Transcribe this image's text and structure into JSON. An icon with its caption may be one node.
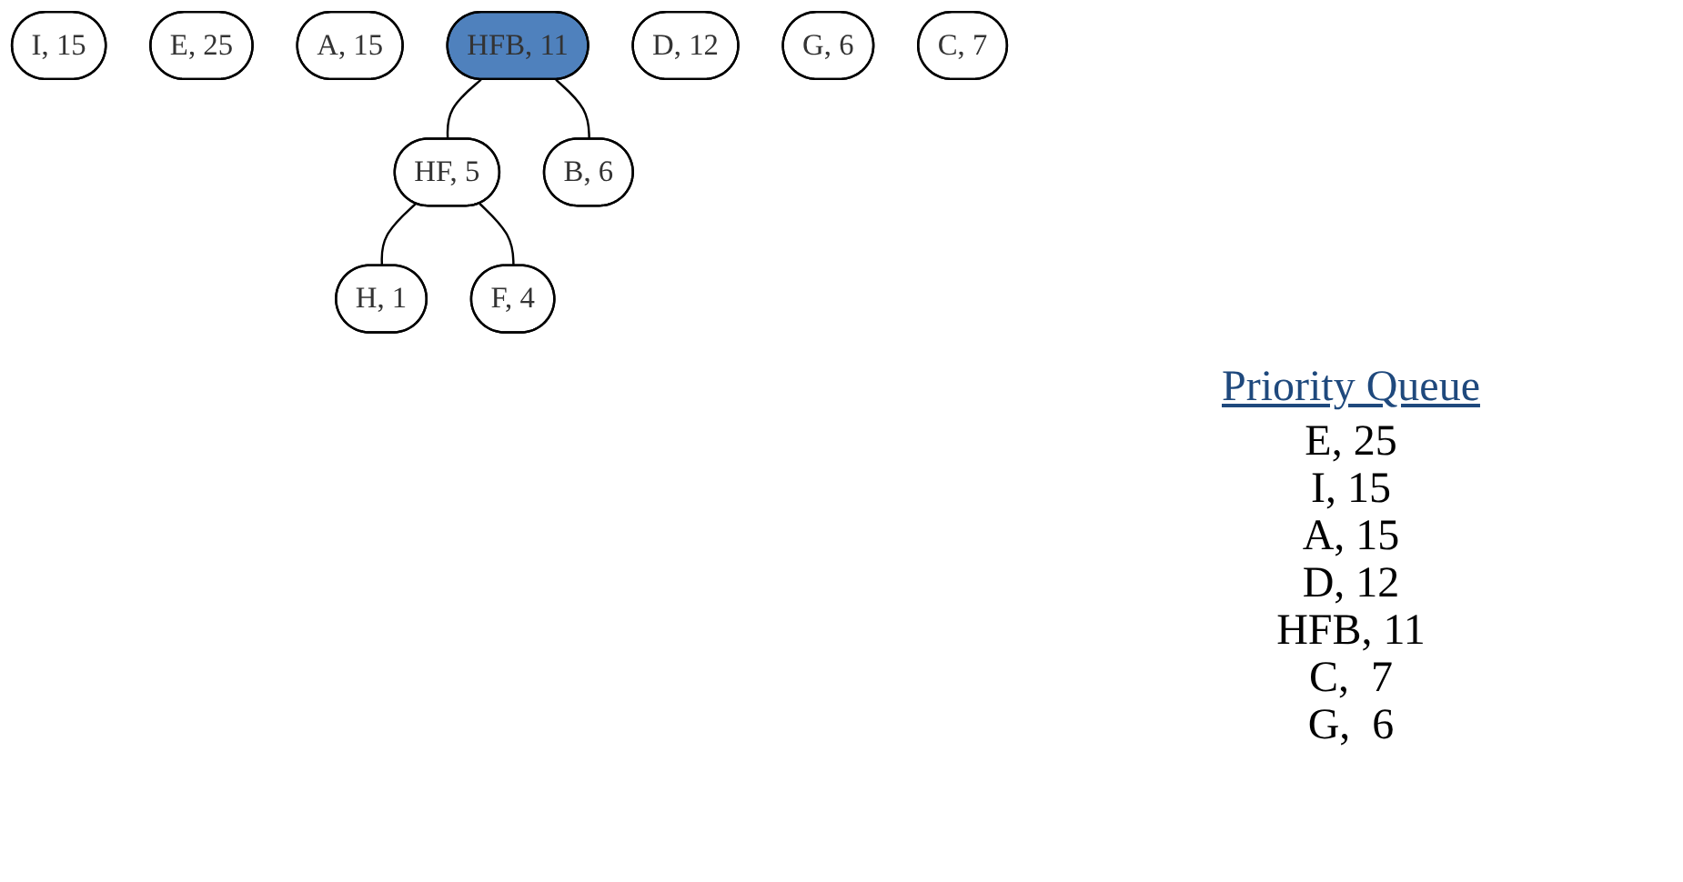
{
  "diagram": {
    "nodes": [
      {
        "text": [
          "I, 15"
        ]
      },
      {
        "text": [
          "E, 25"
        ]
      },
      {
        "text": [
          "A, 15"
        ]
      },
      {
        "text": [
          "HFB, 11"
        ]
      },
      {
        "text": [
          "D, 12"
        ]
      },
      {
        "text": [
          "G, 6"
        ]
      },
      {
        "text": [
          "C, 7"
        ]
      },
      {
        "text": [
          "HF, 5"
        ]
      },
      {
        "text": [
          "B, 6"
        ]
      },
      {
        "text": [
          "H, 1"
        ]
      },
      {
        "text": [
          "F, 4"
        ]
      }
    ],
    "edges": [
      {
        "from": 3,
        "to": 7,
        "arrow": "none"
      },
      {
        "from": 3,
        "to": 8,
        "arrow": "none"
      },
      {
        "from": 7,
        "to": 9,
        "arrow": "none"
      },
      {
        "from": 7,
        "to": 10,
        "arrow": "none"
      }
    ],
    "labels": [
      "Priority Queue",
      "E, 25",
      "I, 15",
      "A, 15",
      "D, 12",
      "HFB, 11",
      "C,  7",
      "G,  6"
    ]
  }
}
